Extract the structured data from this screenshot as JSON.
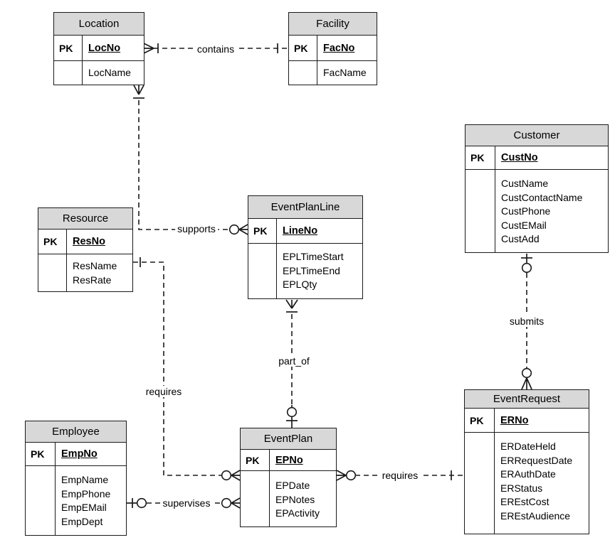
{
  "colors": {
    "header_fill": "#d8d8d8",
    "line": "#1a1a1a",
    "background": "#ffffff"
  },
  "entities": [
    {
      "name": "Location",
      "pk_label": "PK",
      "pk": "LocNo",
      "attributes": [
        "LocName"
      ]
    },
    {
      "name": "Facility",
      "pk_label": "PK",
      "pk": "FacNo",
      "attributes": [
        "FacName"
      ]
    },
    {
      "name": "Customer",
      "pk_label": "PK",
      "pk": "CustNo",
      "attributes": [
        "CustName",
        "CustContactName",
        "CustPhone",
        "CustEMail",
        "CustAdd"
      ]
    },
    {
      "name": "Resource",
      "pk_label": "PK",
      "pk": "ResNo",
      "attributes": [
        "ResName",
        "ResRate"
      ]
    },
    {
      "name": "EventPlanLine",
      "pk_label": "PK",
      "pk": "LineNo",
      "attributes": [
        "EPLTimeStart",
        "EPLTimeEnd",
        "EPLQty"
      ]
    },
    {
      "name": "Employee",
      "pk_label": "PK",
      "pk": "EmpNo",
      "attributes": [
        "EmpName",
        "EmpPhone",
        "EmpEMail",
        "EmpDept"
      ]
    },
    {
      "name": "EventPlan",
      "pk_label": "PK",
      "pk": "EPNo",
      "attributes": [
        "EPDate",
        "EPNotes",
        "EPActivity"
      ]
    },
    {
      "name": "EventRequest",
      "pk_label": "PK",
      "pk": "ERNo",
      "attributes": [
        "ERDateHeld",
        "ERRequestDate",
        "ERAuthDate",
        "ERStatus",
        "EREstCost",
        "EREstAudience"
      ]
    }
  ],
  "relationships": [
    {
      "label": "contains",
      "from": "Location",
      "to": "Facility"
    },
    {
      "label": "supports",
      "from": "Location",
      "to": "EventPlanLine"
    },
    {
      "label": "requires",
      "from": "Resource",
      "to": "EventPlan"
    },
    {
      "label": "part_of",
      "from": "EventPlanLine",
      "to": "EventPlan"
    },
    {
      "label": "supervises",
      "from": "Employee",
      "to": "EventPlan"
    },
    {
      "label": "requires",
      "from": "EventPlan",
      "to": "EventRequest"
    },
    {
      "label": "submits",
      "from": "Customer",
      "to": "EventRequest"
    }
  ]
}
